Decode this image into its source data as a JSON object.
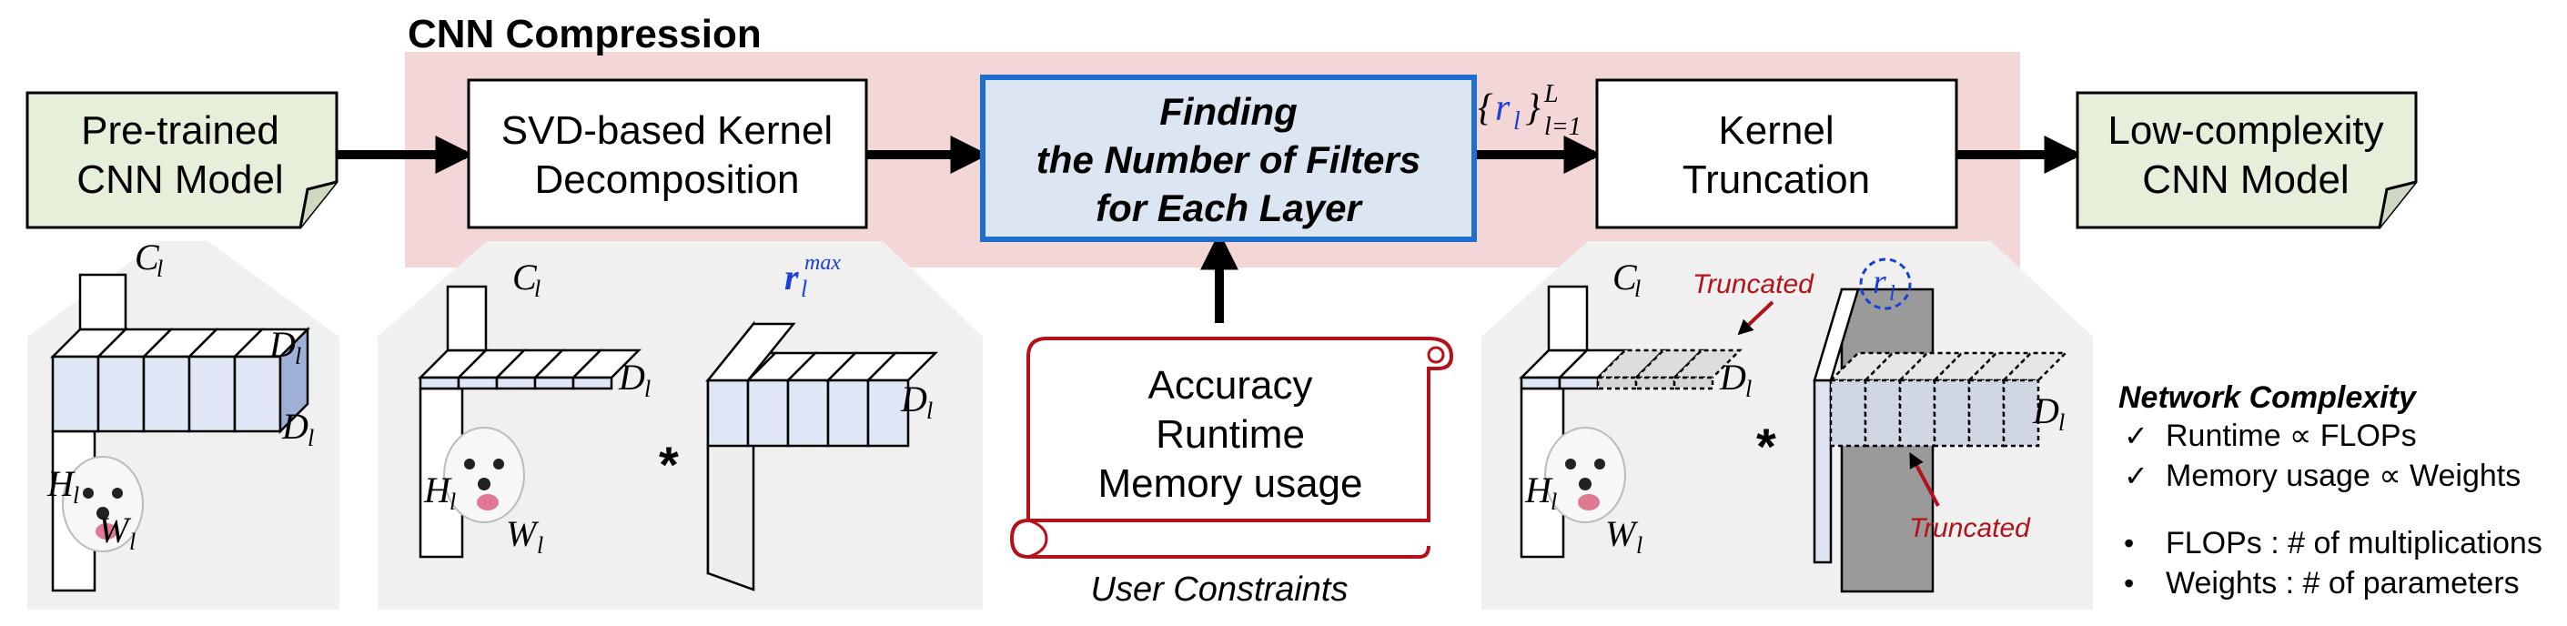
{
  "title": "CNN Compression",
  "nodes": {
    "pretrained": [
      "Pre-trained",
      "CNN Model"
    ],
    "svd": [
      "SVD-based Kernel",
      "Decomposition"
    ],
    "finding": [
      "Finding",
      "the Number of Filters",
      "for Each Layer"
    ],
    "truncation": [
      "Kernel",
      "Truncation"
    ],
    "lowcomplexity": [
      "Low-complexity",
      "CNN Model"
    ]
  },
  "rank_set": {
    "brace_open": "{",
    "var": "r",
    "sub": "l",
    "brace_close": "}",
    "sup": "L",
    "range": "l=1"
  },
  "constraints": {
    "items": [
      "Accuracy",
      "Runtime",
      "Memory usage"
    ],
    "caption": "User Constraints"
  },
  "dims": {
    "C": "C",
    "D": "D",
    "H": "H",
    "W": "W",
    "sub": "l",
    "rmax_var": "r",
    "rmax_sup": "max",
    "rl_var": "r",
    "multiply": "*"
  },
  "annotations": {
    "truncated_top": "Truncated",
    "truncated_bottom": "Truncated"
  },
  "complexity": {
    "title": "Network Complexity",
    "checks": [
      "Runtime ∝ FLOPs",
      "Memory usage ∝ Weights"
    ],
    "check_mark": "✓",
    "bullet_mark": "•",
    "bullets": [
      "FLOPs : # of multiplications",
      "Weights : # of parameters"
    ]
  },
  "colors": {
    "pink_band": "#f3d6d6",
    "gray_panel": "#f0f0f0",
    "note_fill": "#e6efd9",
    "finding_fill": "#dce6f2",
    "finding_border": "#1f6fd1",
    "block_front": "#dfe6f5",
    "block_side": "#9fb0d6",
    "truncated_red": "#b4121b",
    "blue_text": "#1a3fd8"
  }
}
